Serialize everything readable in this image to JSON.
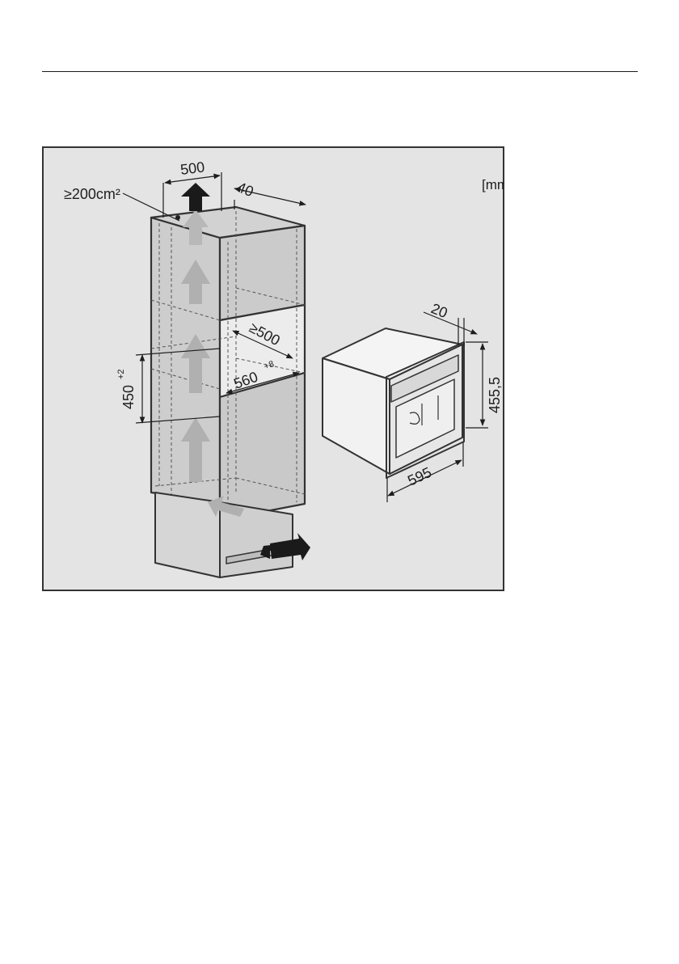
{
  "page": {
    "header_rule": true
  },
  "figure": {
    "unit_label": "[mm]",
    "vent_area_label": "≥200cm²",
    "cabinet": {
      "width": "500",
      "rear_gap": "40",
      "niche_depth": "≥500",
      "niche_width": "560",
      "niche_width_tolerance": "+8",
      "niche_height": "450",
      "niche_height_tolerance": "+2"
    },
    "appliance": {
      "front_depth": "20",
      "height": "455,5",
      "width": "595"
    },
    "colors": {
      "background": "#e4e4e4",
      "frame": "#333333",
      "panel_fill": "#cdcdcd",
      "airflow_arrow": "#b0b0b0",
      "airflow_arrow_dark": "#1a1a1a"
    }
  }
}
